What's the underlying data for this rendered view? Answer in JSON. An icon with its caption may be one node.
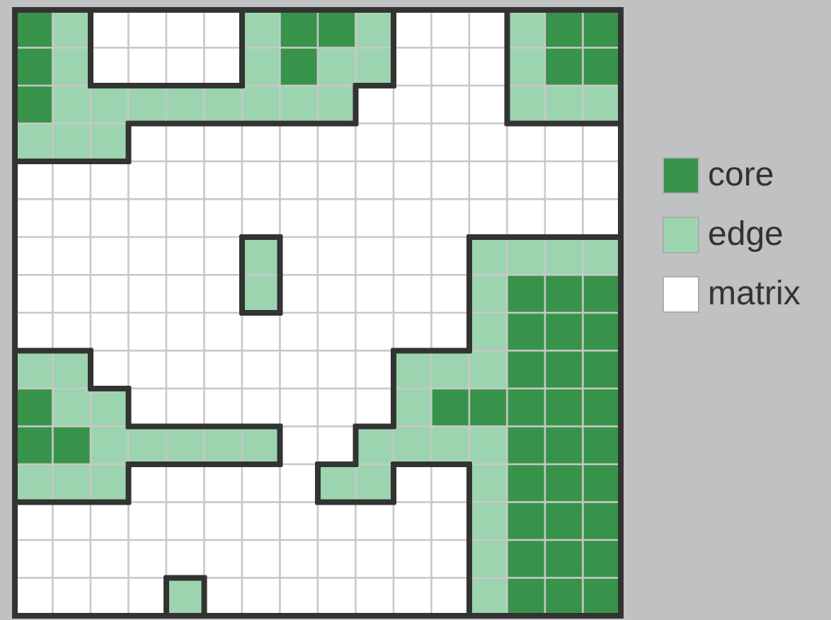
{
  "diagram": {
    "legend": [
      {
        "text": "core",
        "color": "#38934a"
      },
      {
        "text": "edge",
        "color": "#9dd4b0"
      },
      {
        "text": "matrix",
        "color": "#ffffff"
      }
    ]
  }
}
